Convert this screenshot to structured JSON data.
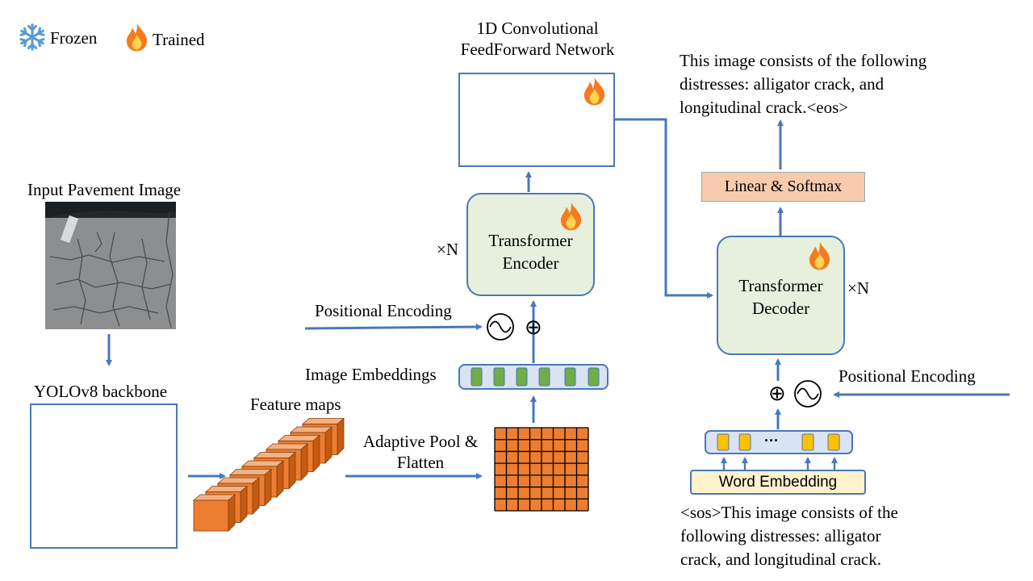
{
  "legend": {
    "frozen_label": "Frozen",
    "trained_label": "Trained",
    "frozen_icon": "snowflake-icon",
    "trained_icon": "flame-icon"
  },
  "input": {
    "title": "Input Pavement Image"
  },
  "yolo": {
    "title": "YOLOv8 backbone"
  },
  "feature_maps": {
    "label": "Feature maps"
  },
  "pool": {
    "line1": "Adaptive Pool &",
    "line2": "Flatten"
  },
  "image_embeddings": {
    "label": "Image Embeddings"
  },
  "encoder": {
    "line1": "Transformer",
    "line2": "Encoder",
    "repeat": "×N",
    "pos_enc": "Positional Encoding"
  },
  "cnn": {
    "title_line1": "1D Convolutional",
    "title_line2": "FeedForward Network"
  },
  "decoder": {
    "line1": "Transformer",
    "line2": "Decoder",
    "repeat": "×N",
    "pos_enc": "Positional Encoding"
  },
  "linear": {
    "label": "Linear & Softmax"
  },
  "word_embedding": {
    "label": "Word Embedding",
    "ellipsis": "···"
  },
  "output_text": {
    "line1": "This image consists of the following",
    "line2": "distresses: alligator crack, and",
    "line3": "longitudinal crack.<eos>"
  },
  "input_text": {
    "line1": "<sos>This image consists of the",
    "line2": "following distresses: alligator",
    "line3": "crack, and longitudinal crack."
  },
  "symbols": {
    "plus": "⊕"
  },
  "colors": {
    "arrow": "#4a78b8",
    "encoder_fill": "#e6f0dd",
    "linear_fill": "#f8cbad",
    "word_fill": "#fff2cc",
    "feature_orange": "#ed7d31",
    "token_green": "#70ad47",
    "token_yellow": "#ffc000",
    "frozen_blue": "#5b9bd5"
  }
}
